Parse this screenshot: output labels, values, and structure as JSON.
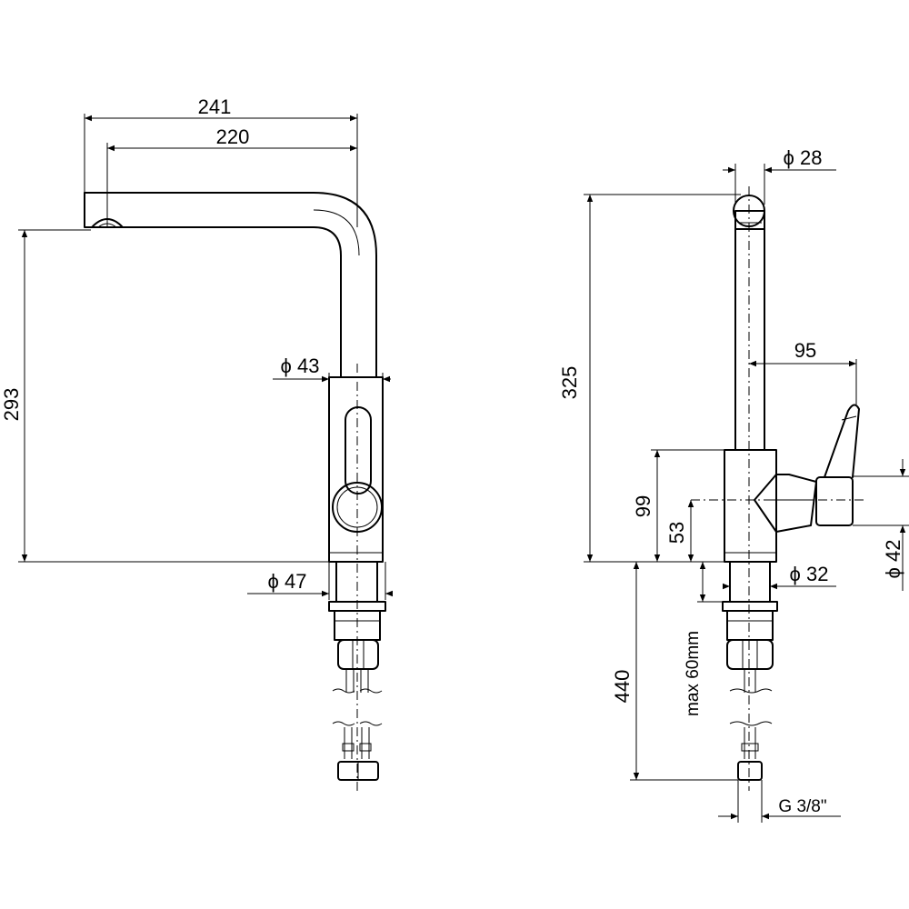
{
  "drawing": {
    "front_view": {
      "overall_reach": "241",
      "spout_reach": "220",
      "spout_height": "293",
      "body_diameter": "ϕ 43",
      "base_diameter": "ϕ 47"
    },
    "side_view": {
      "spout_diameter": "ϕ 28",
      "total_height": "325",
      "lever_projection": "95",
      "lever_height": "99",
      "body_height": "53",
      "lever_diameter": "ϕ 42",
      "shank_diameter": "ϕ 32",
      "hose_length": "440",
      "max_counter": "max 60mm",
      "hose_thread": "G 3/8\""
    }
  }
}
